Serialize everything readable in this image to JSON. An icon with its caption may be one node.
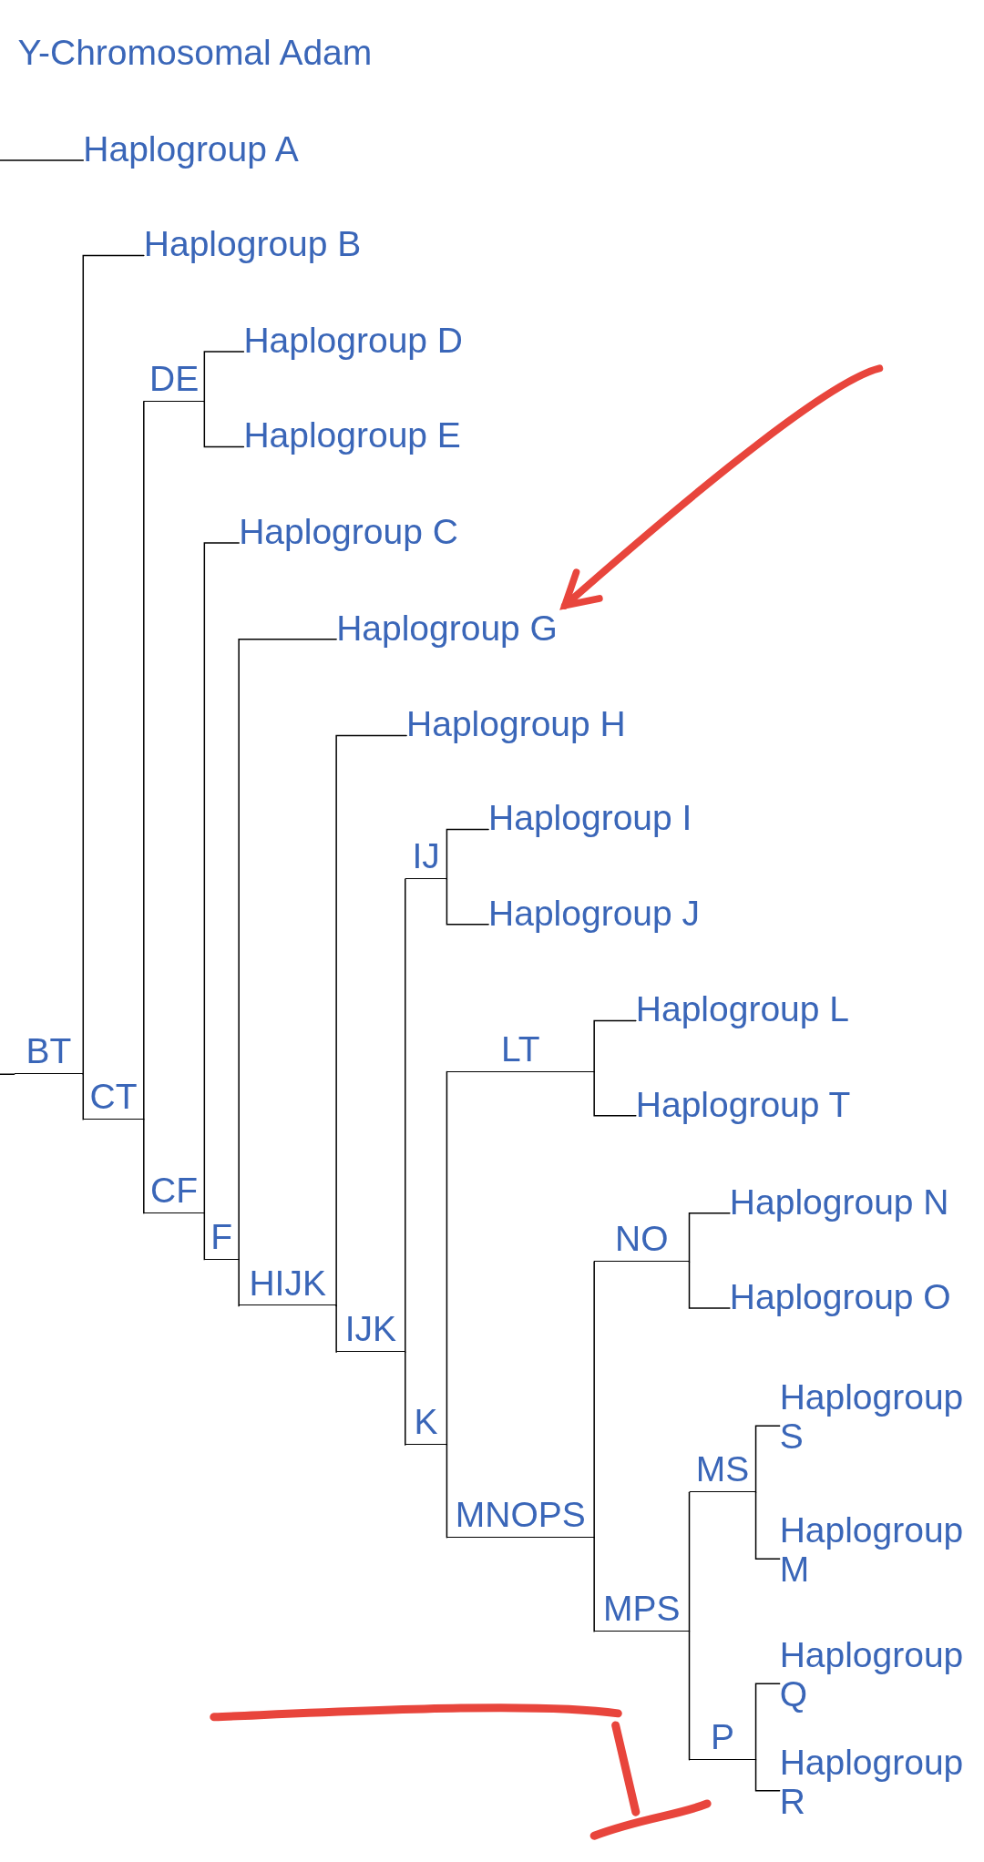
{
  "diagram": {
    "nodes": [
      {
        "text": [
          "Y-Chromosomal Adam"
        ]
      },
      {
        "text": [
          "Haplogroup A"
        ]
      },
      {
        "text": [
          "Haplogroup B"
        ]
      },
      {
        "text": [
          "Haplogroup D"
        ]
      },
      {
        "text": [
          "DE"
        ]
      },
      {
        "text": [
          "Haplogroup E"
        ]
      },
      {
        "text": [
          "Haplogroup C"
        ]
      },
      {
        "text": [
          "Haplogroup G"
        ]
      },
      {
        "text": [
          "Haplogroup H"
        ]
      },
      {
        "text": [
          "Haplogroup I"
        ]
      },
      {
        "text": [
          "IJ"
        ]
      },
      {
        "text": [
          "Haplogroup J"
        ]
      },
      {
        "text": [
          "Haplogroup L"
        ]
      },
      {
        "text": [
          "BT"
        ]
      },
      {
        "text": [
          "LT"
        ]
      },
      {
        "text": [
          "CT"
        ]
      },
      {
        "text": [
          "Haplogroup T"
        ]
      },
      {
        "text": [
          "CF"
        ]
      },
      {
        "text": [
          "Haplogroup N"
        ]
      },
      {
        "text": [
          "F"
        ]
      },
      {
        "text": [
          "NO"
        ]
      },
      {
        "text": [
          "HIJK"
        ]
      },
      {
        "text": [
          "Haplogroup O"
        ]
      },
      {
        "text": [
          "IJK"
        ]
      },
      {
        "text": [
          "Haplogroup S"
        ]
      },
      {
        "text": [
          "K"
        ]
      },
      {
        "text": [
          "MS"
        ]
      },
      {
        "text": [
          "MNOPS"
        ]
      },
      {
        "text": [
          "Haplogroup M"
        ]
      },
      {
        "text": [
          "MPS"
        ]
      },
      {
        "text": [
          "Haplogroup Q"
        ]
      },
      {
        "text": [
          "P"
        ]
      },
      {
        "text": [
          "Haplogroup R"
        ]
      }
    ],
    "edges": [
      {
        "from": null,
        "to": 1,
        "arrow": "none"
      },
      {
        "from": null,
        "to": 13,
        "arrow": "none"
      },
      {
        "from": 13,
        "to": 2,
        "arrow": "none"
      },
      {
        "from": 13,
        "to": 15,
        "arrow": "none"
      },
      {
        "from": 15,
        "to": 4,
        "arrow": "none"
      },
      {
        "from": 15,
        "to": 17,
        "arrow": "none"
      },
      {
        "from": 4,
        "to": 3,
        "arrow": "none"
      },
      {
        "from": 4,
        "to": 5,
        "arrow": "none"
      },
      {
        "from": 17,
        "to": 6,
        "arrow": "none"
      },
      {
        "from": 17,
        "to": 19,
        "arrow": "none"
      },
      {
        "from": 19,
        "to": 7,
        "arrow": "none"
      },
      {
        "from": 19,
        "to": 21,
        "arrow": "none"
      },
      {
        "from": 21,
        "to": 8,
        "arrow": "none"
      },
      {
        "from": 21,
        "to": 23,
        "arrow": "none"
      },
      {
        "from": 23,
        "to": 10,
        "arrow": "none"
      },
      {
        "from": 23,
        "to": 25,
        "arrow": "none"
      },
      {
        "from": 10,
        "to": 9,
        "arrow": "none"
      },
      {
        "from": 10,
        "to": 11,
        "arrow": "none"
      },
      {
        "from": 25,
        "to": 14,
        "arrow": "none"
      },
      {
        "from": 25,
        "to": 27,
        "arrow": "none"
      },
      {
        "from": 14,
        "to": 12,
        "arrow": "none"
      },
      {
        "from": 14,
        "to": 16,
        "arrow": "none"
      },
      {
        "from": 27,
        "to": 20,
        "arrow": "none"
      },
      {
        "from": 27,
        "to": 29,
        "arrow": "none"
      },
      {
        "from": 20,
        "to": 18,
        "arrow": "none"
      },
      {
        "from": 20,
        "to": 22,
        "arrow": "none"
      },
      {
        "from": 29,
        "to": 26,
        "arrow": "none"
      },
      {
        "from": 29,
        "to": 31,
        "arrow": "none"
      },
      {
        "from": 26,
        "to": 24,
        "arrow": "none"
      },
      {
        "from": 26,
        "to": 28,
        "arrow": "none"
      },
      {
        "from": 31,
        "to": 30,
        "arrow": "none"
      },
      {
        "from": 31,
        "to": 32,
        "arrow": "none"
      },
      {
        "from": null,
        "to": 7,
        "arrow": "to",
        "style": "thick",
        "color": "#e8453c"
      }
    ]
  }
}
